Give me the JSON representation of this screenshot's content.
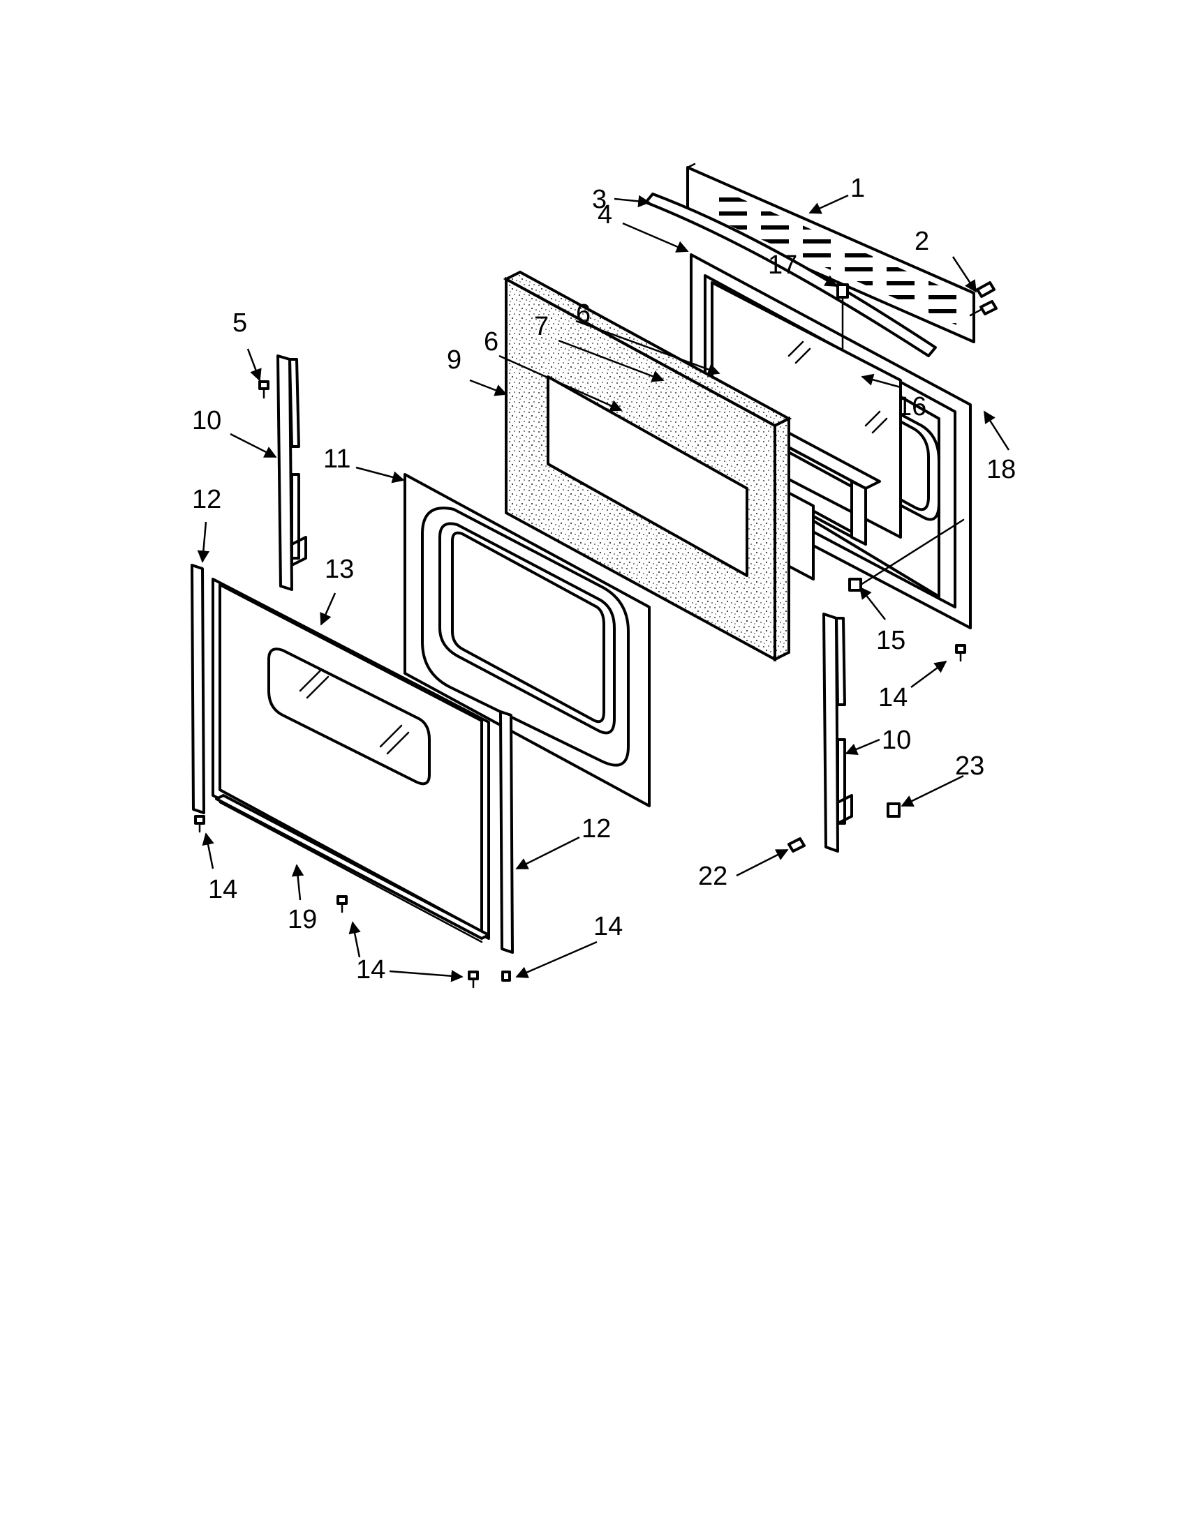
{
  "diagram": {
    "callouts": {
      "c1": "1",
      "c2": "2",
      "c3": "3",
      "c4": "4",
      "c5": "5",
      "c6a": "6",
      "c6b": "6",
      "c7": "7",
      "c9": "9",
      "c10a": "10",
      "c10b": "10",
      "c11": "11",
      "c12a": "12",
      "c12b": "12",
      "c13": "13",
      "c14a": "14",
      "c14b": "14",
      "c14c": "14",
      "c14d": "14",
      "c15": "15",
      "c16": "16",
      "c17": "17",
      "c18": "18",
      "c19": "19",
      "c22": "22",
      "c23": "23"
    }
  }
}
